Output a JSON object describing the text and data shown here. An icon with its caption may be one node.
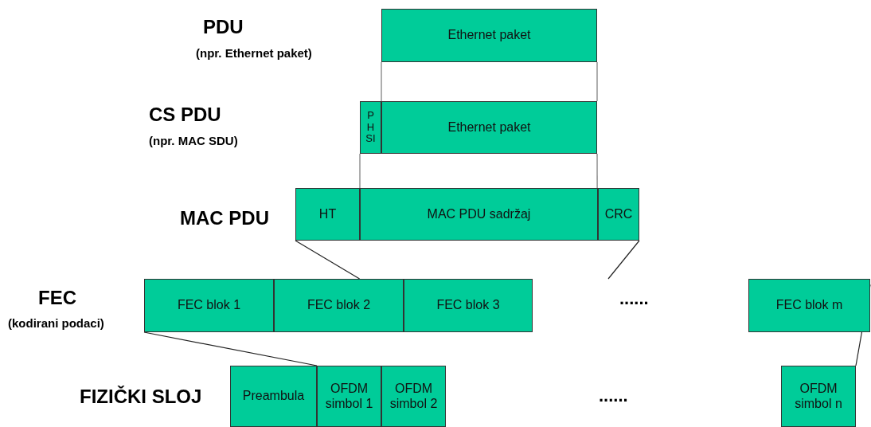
{
  "diagram": {
    "nodes": [
      {
        "text": [
          "Ethernet paket"
        ]
      },
      {
        "text": [
          "P H SI"
        ]
      },
      {
        "text": [
          "Ethernet paket"
        ]
      },
      {
        "text": [
          "HT"
        ]
      },
      {
        "text": [
          "MAC PDU sadržaj"
        ]
      },
      {
        "text": [
          "CRC"
        ]
      },
      {
        "text": [
          "FEC blok 1"
        ]
      },
      {
        "text": [
          "FEC blok 2"
        ]
      },
      {
        "text": [
          "FEC blok 3"
        ]
      },
      {
        "text": [
          "FEC blok m"
        ]
      },
      {
        "text": [
          "Preambula"
        ]
      },
      {
        "text": [
          "OFDM simbol 1"
        ]
      },
      {
        "text": [
          "OFDM simbol 2"
        ]
      },
      {
        "text": [
          "OFDM simbol n"
        ]
      }
    ],
    "edges": [
      {
        "from": 0,
        "to": 2,
        "arrow": "none"
      },
      {
        "from": 0,
        "to": 2,
        "arrow": "none"
      },
      {
        "from": 1,
        "to": 4,
        "arrow": "none"
      },
      {
        "from": 2,
        "to": 4,
        "arrow": "none"
      },
      {
        "from": 3,
        "to": 7,
        "arrow": "none"
      },
      {
        "from": 5,
        "to": null,
        "arrow": "none"
      },
      {
        "from": 6,
        "to": 11,
        "arrow": "none"
      },
      {
        "from": 9,
        "to": 13,
        "arrow": "none"
      }
    ],
    "labels": [
      "PDU",
      "(npr. Ethernet paket)",
      "CS PDU",
      "(npr. MAC SDU)",
      "MAC PDU",
      "FEC",
      "(kodirani podaci)",
      "......",
      "FIZIČKI SLOJ",
      "......"
    ]
  }
}
